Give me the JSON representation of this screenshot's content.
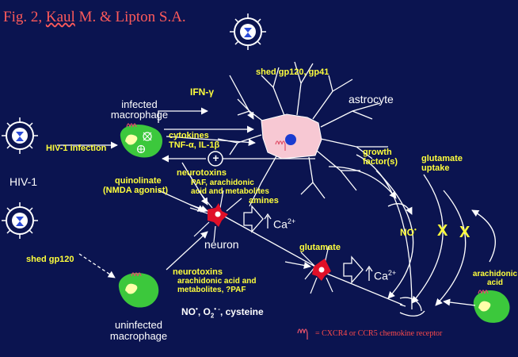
{
  "title": {
    "prefix": "Fig. 2, ",
    "author1": "Kaul",
    "middle": " M. & Lipton S.A."
  },
  "labels": {
    "hiv": "HIV-1",
    "hiv_infection": "HIV-1 infection",
    "infected_macrophage_1": "infected",
    "infected_macrophage_2": "macrophage",
    "ifn": "IFN-γ",
    "cytokines_1": "cytokines",
    "cytokines_2": "TNF-α, IL-1β",
    "shed_gp120_gp41": "shed gp120, gp41",
    "astrocyte": "astrocyte",
    "neurotoxins_top": "neurotoxins",
    "paf_1": "PAF, arachidonic",
    "paf_2": "acid and metabolites",
    "quinolinate_1": "quinolinate",
    "quinolinate_2": "(NMDA agonist)",
    "amines": "amines",
    "ca_base": "Ca",
    "ca_sup": "2+",
    "neuron": "neuron",
    "growth_1": "growth",
    "growth_2": "factor(s)",
    "glutamate_uptake_1": "glutamate",
    "glutamate_uptake_2": "uptake",
    "no_base": "NO",
    "no_sup": "•",
    "x_mark": "X",
    "glutamate": "glutamate",
    "shed_gp120": "shed gp120",
    "neurotoxins_bottom": "neurotoxins",
    "arach_1": "arachidonic acid and",
    "arach_2": "metabolites, ?PAF",
    "bottom_no": "NO",
    "bottom_no_sup": "•",
    "bottom_o2": ", O",
    "bottom_o2_sub": "2",
    "bottom_o2_sup": "• -",
    "bottom_cys": ", cysteine",
    "uninfected_1": "uninfected",
    "uninfected_2": "macrophage",
    "arach_right_1": "arachidonic",
    "arach_right_2": "acid",
    "plus": "+",
    "legend": "= CXCR4 or CCR5 chemokine receptor"
  },
  "colors": {
    "background": "#0b1450",
    "title": "#ff5a5a",
    "yellow_text": "#ffff3c",
    "macrophage": "#3cc83c",
    "astrocyte": "#f7c8d3",
    "neuron": "#e01028",
    "receptor": "#e0506a"
  }
}
